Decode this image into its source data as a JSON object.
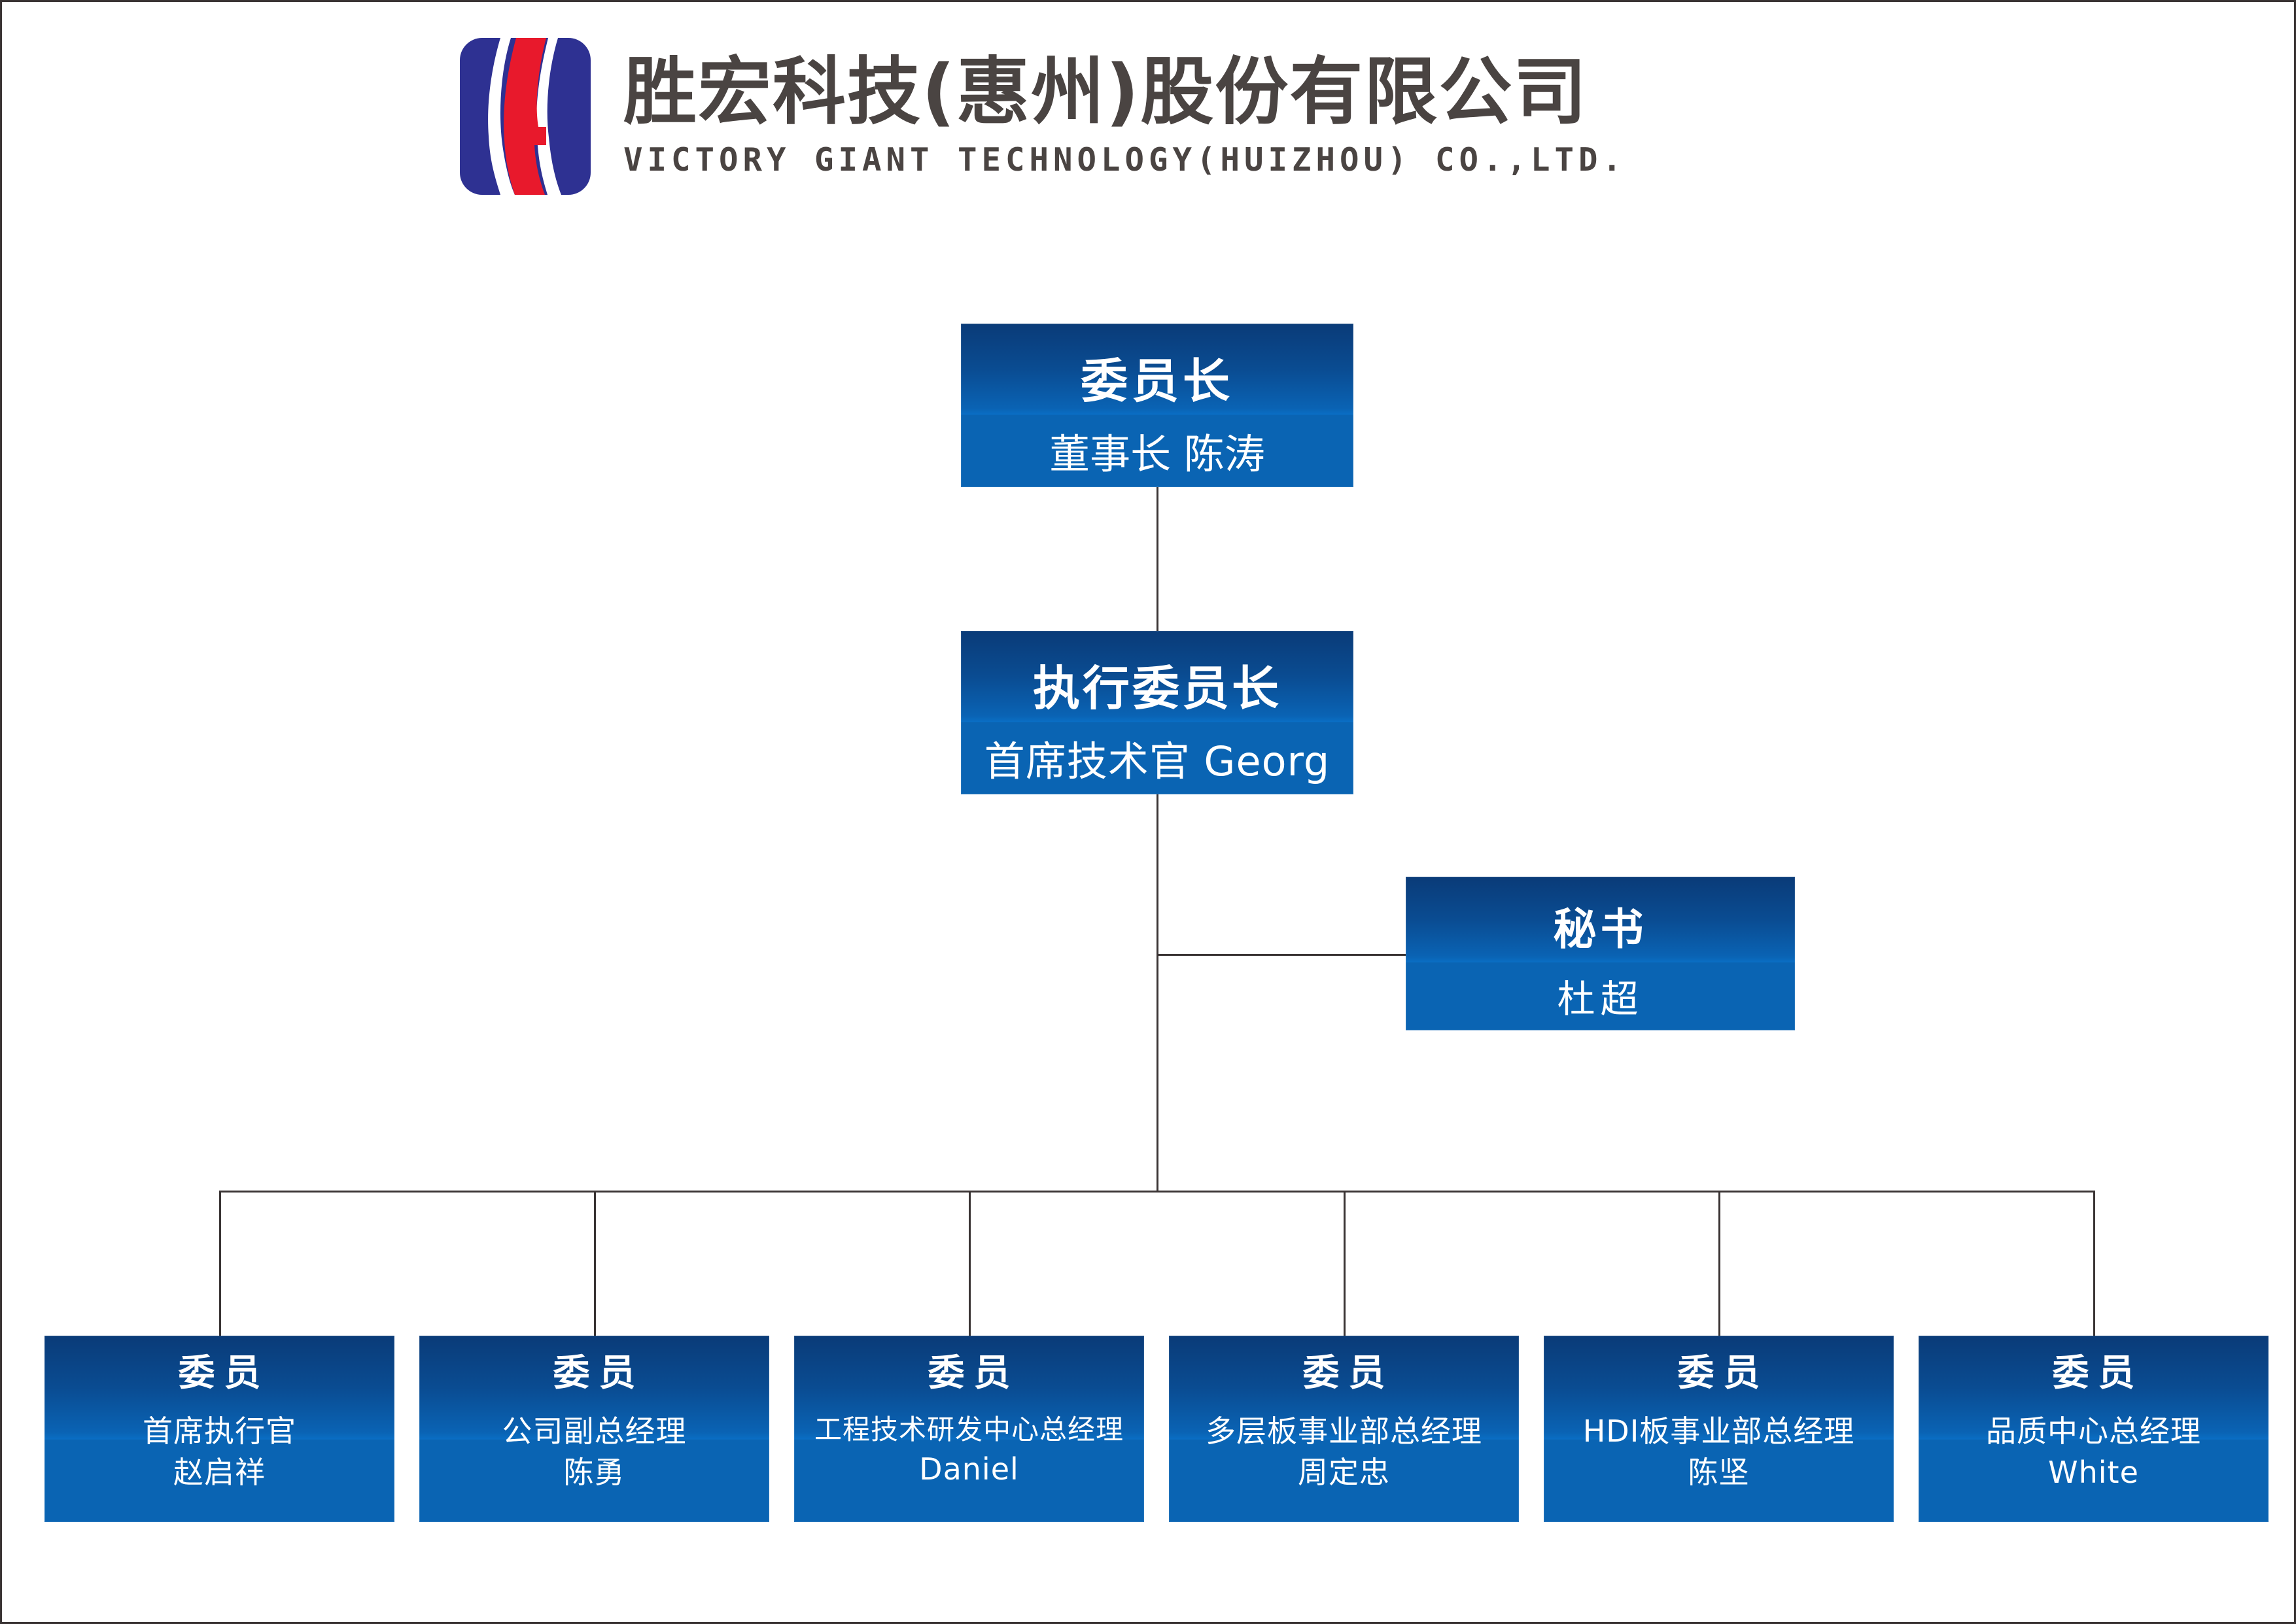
{
  "header": {
    "logo_icon": "victory-giant-s-logo",
    "company_name_cn": "胜宏科技(惠州)股份有限公司",
    "company_name_en": "VICTORY GIANT TECHNOLOGY(HUIZHOU) CO.,LTD.",
    "logo_colors": {
      "blue": "#2e3192",
      "red": "#e8192c"
    },
    "text_color": "#4a4442"
  },
  "theme": {
    "node_gradient_top": "#0a3b78",
    "node_gradient_mid": "#0a6ec4",
    "node_gradient_bottom": "#0a64b3",
    "node_text": "#ffffff",
    "connector": "#3a3434",
    "page_border": "#3a3434",
    "background": "#ffffff"
  },
  "chart": {
    "type": "org-chart",
    "nodes": {
      "chairman": {
        "title": "委员长",
        "subtitle": "董事长 陈涛"
      },
      "executive": {
        "title": "执行委员长",
        "subtitle": "首席技术官 Georg"
      },
      "secretary": {
        "title": "秘书",
        "subtitle": "杜超"
      }
    },
    "members": [
      {
        "title": "委员",
        "role": "首席执行官",
        "name": "赵启祥"
      },
      {
        "title": "委员",
        "role": "公司副总经理",
        "name": "陈勇"
      },
      {
        "title": "委员",
        "role": "工程技术研发中心总经理",
        "name": "Daniel"
      },
      {
        "title": "委员",
        "role": "多层板事业部总经理",
        "name": "周定忠"
      },
      {
        "title": "委员",
        "role": "HDI板事业部总经理",
        "name": "陈坚"
      },
      {
        "title": "委员",
        "role": "品质中心总经理",
        "name": "White"
      }
    ],
    "edges": [
      {
        "from": "chairman",
        "to": "executive"
      },
      {
        "from": "executive",
        "to": "secretary"
      },
      {
        "from": "executive",
        "to": "members"
      }
    ]
  }
}
